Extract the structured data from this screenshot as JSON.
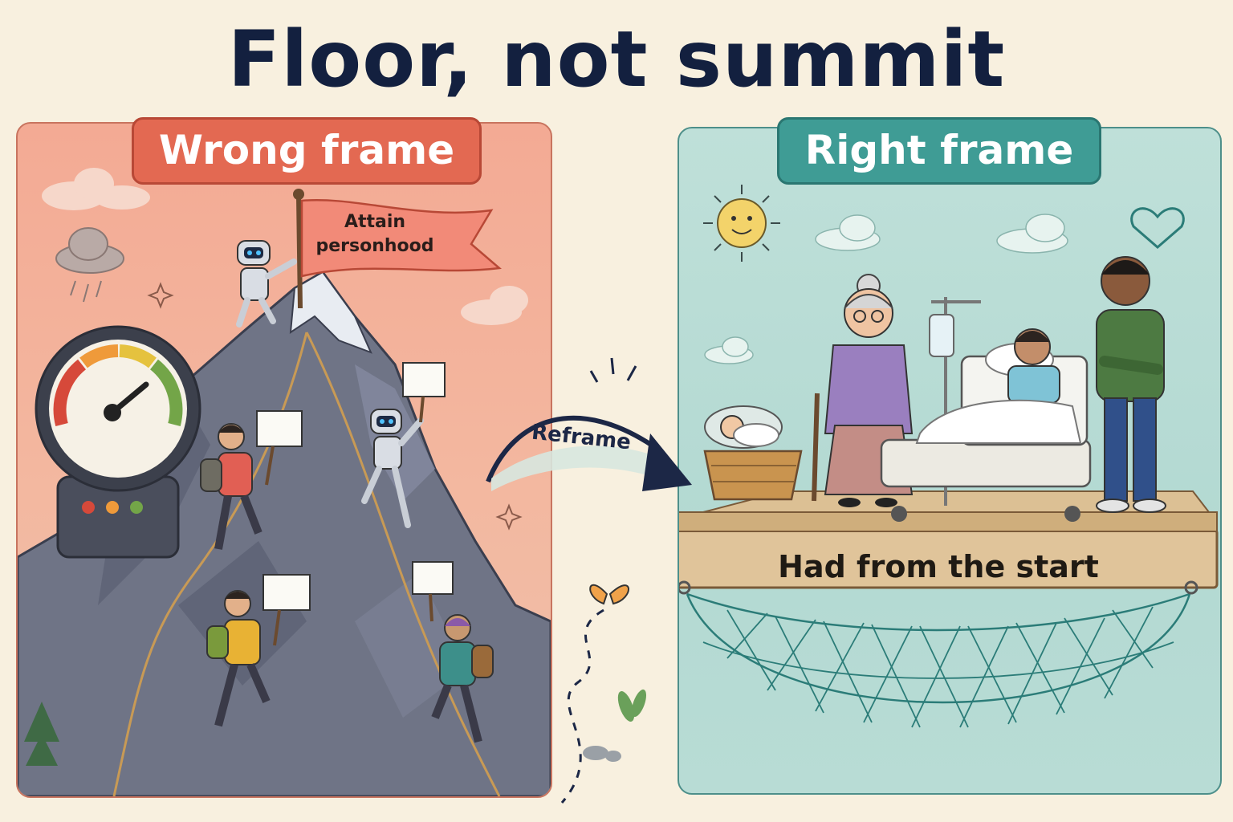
{
  "title": "Floor, not summit",
  "left_panel": {
    "banner": "Wrong frame",
    "flag_text": "Attain personhood"
  },
  "right_panel": {
    "banner": "Right frame",
    "platform_text": "Had from the start"
  },
  "transition": {
    "label": "Reframe"
  },
  "colors": {
    "title": "#13203f",
    "wrong_banner": "#e36952",
    "right_banner": "#3f9c95",
    "left_panel_bg": "#f3aa94",
    "right_panel_bg": "#bfe0d9",
    "flag": "#f28a78",
    "platform": "#e0c49a",
    "net": "#2b7c78"
  },
  "icons": [
    "storm-cloud-icon",
    "gauge-icon",
    "flag-icon",
    "robot-climber-icon",
    "sun-icon",
    "heart-icon",
    "butterfly-icon",
    "hospital-bed-icon",
    "baby-basket-icon",
    "safety-net-icon",
    "arrow-icon"
  ]
}
